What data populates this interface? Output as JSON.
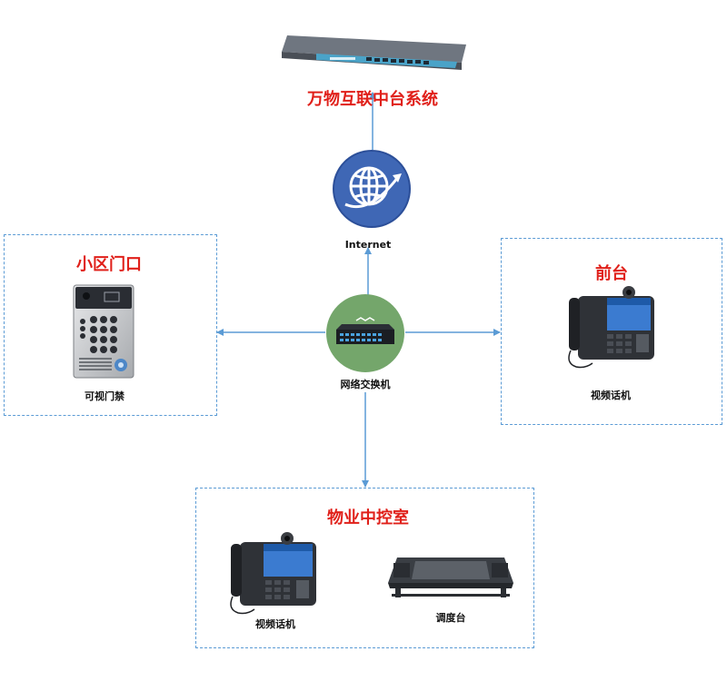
{
  "top": {
    "title": "万物互联中台系统"
  },
  "internet": {
    "label": "Internet"
  },
  "switch": {
    "label": "网络交换机"
  },
  "left_box": {
    "title": "小区门口",
    "device_label": "可视门禁"
  },
  "right_box": {
    "title": "前台",
    "device_label": "视频话机"
  },
  "bottom_box": {
    "title": "物业中控室",
    "phone_label": "视频话机",
    "console_label": "调度台"
  },
  "colors": {
    "accent": "#5b9bd5",
    "title_red": "#e0201a",
    "globe": "#3f67b5"
  }
}
